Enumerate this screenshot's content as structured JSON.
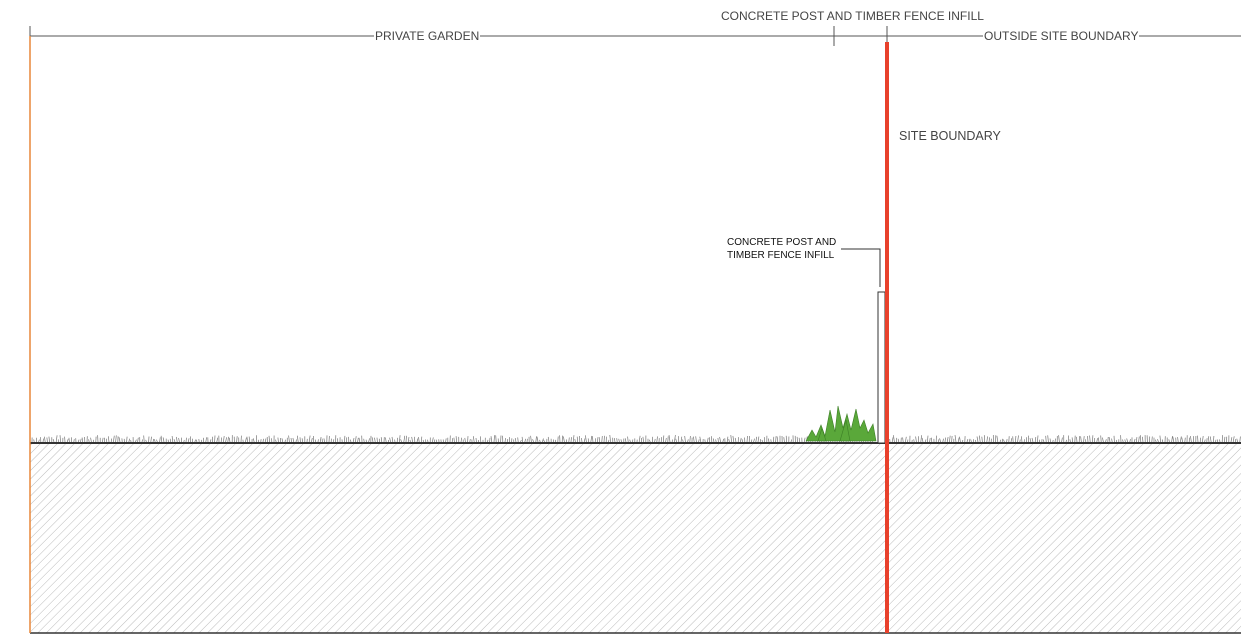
{
  "dimensions": {
    "private_garden": "PRIVATE GARDEN",
    "fence_zone": "CONCRETE POST AND TIMBER FENCE INFILL",
    "outside_site": "OUTSIDE SITE BOUNDARY"
  },
  "annotations": {
    "site_boundary": "SITE BOUNDARY",
    "fence_note_line1": "CONCRETE POST AND",
    "fence_note_line2": "TIMBER FENCE INFILL"
  },
  "colors": {
    "boundary_red": "#e8412c",
    "left_edge_orange": "#e8873a",
    "vegetation_green": "#5aa83a",
    "grass_grey": "#777777",
    "hatch_grey": "#bbbbbb",
    "line_dark": "#333333"
  }
}
